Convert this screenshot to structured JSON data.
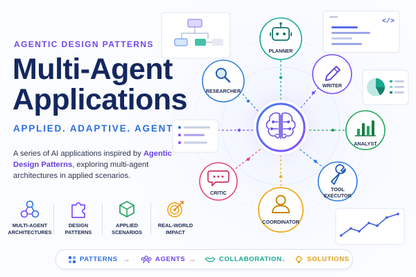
{
  "kicker": "AGENTIC DESIGN PATTERNS",
  "title_line1": "Multi-Agent",
  "title_line2": "Applications",
  "tagline": "APPLIED. ADAPTIVE. AGENTIC.",
  "description": {
    "part1": "A series of AI applications inspired by ",
    "emphasis": "Agentic Design Patterns",
    "part2": ", exploring multi-agent architectures in applied scenarios."
  },
  "features": [
    {
      "line1": "MULTI-AGENT",
      "line2": "ARCHITECTURES",
      "icon": "agent-network-icon"
    },
    {
      "line1": "DESIGN",
      "line2": "PATTERNS",
      "icon": "puzzle-icon"
    },
    {
      "line1": "APPLIED",
      "line2": "SCENARIOS",
      "icon": "cube-icon"
    },
    {
      "line1": "REAL-WORLD",
      "line2": "IMPACT",
      "icon": "target-icon"
    }
  ],
  "hub": {
    "icon": "brain-circuit-icon"
  },
  "agents": [
    {
      "name": "PLANNER",
      "icon": "robot-icon",
      "color": "#18a79a"
    },
    {
      "name": "WRITER",
      "icon": "pencil-icon",
      "color": "#7c4dff"
    },
    {
      "name": "ANALYST",
      "icon": "bar-chart-icon",
      "color": "#22a45d"
    },
    {
      "name": "TOOL",
      "name2": "EXECUTOR",
      "icon": "wrench-icon",
      "color": "#2f7de1"
    },
    {
      "name": "COORDINATOR",
      "icon": "person-icon",
      "color": "#f0a91e"
    },
    {
      "name": "CRITIC",
      "icon": "chat-bubble-icon",
      "color": "#e8457a"
    },
    {
      "name": "RESEARCHER",
      "icon": "magnifier-icon",
      "color": "#2f7de1"
    }
  ],
  "flow": [
    {
      "label": "PATTERNS",
      "icon": "grid-icon",
      "color": "#2f6fe0"
    },
    {
      "label": "AGENTS",
      "icon": "people-icon",
      "color": "#6a40e0"
    },
    {
      "label": "COLLABORATION",
      "icon": "handshake-icon",
      "color": "#1aa890"
    },
    {
      "label": "SOLUTIONS",
      "icon": "lightbulb-icon",
      "color": "#e0a01a"
    }
  ],
  "flow_arrow": "→",
  "code_card_symbol": "</>"
}
